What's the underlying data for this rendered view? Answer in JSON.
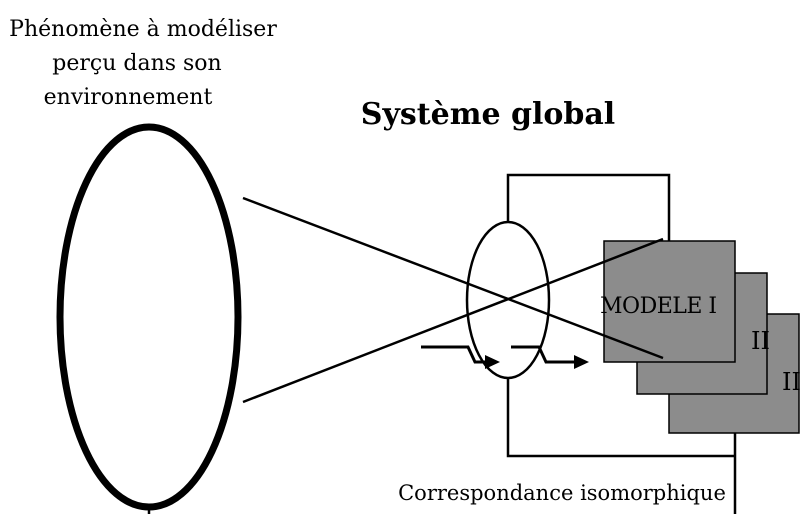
{
  "labels": {
    "phenomenon_line1": "Phénomène à modéliser",
    "phenomenon_line2": "perçu dans son",
    "phenomenon_line3": "environnement",
    "system_title": "Système global",
    "model_label": "MODELE I",
    "model_two": "II",
    "model_three": "III",
    "correspondence": "Correspondance isomorphique"
  },
  "colors": {
    "stroke": "#000000",
    "model_fill": "#8c8c8c",
    "background": "#ffffff"
  }
}
